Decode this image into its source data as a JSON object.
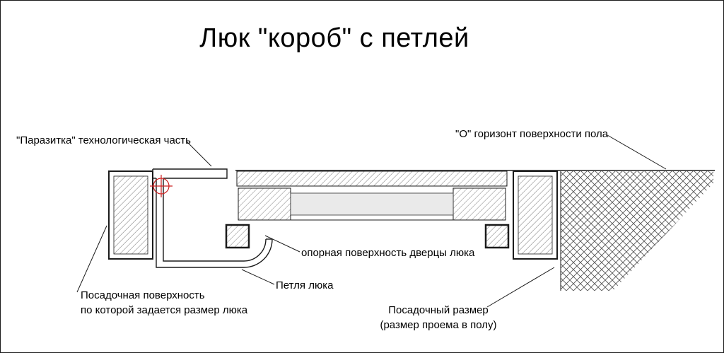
{
  "title": "Люк \"короб\" с петлей",
  "labels": {
    "parasitka": "\"Паразитка\" технологическая часть",
    "horizon": "\"О\" горизонт поверхности пола",
    "support_surface": "опорная поверхность дверцы люка",
    "hinge": "Петля люка",
    "seating_surface": [
      "Посадочная поверхность",
      "по которой задается размер люка"
    ],
    "seating_size": [
      "Посадочный размер",
      "(размер проема в полу)"
    ]
  },
  "colors": {
    "drawing_line": "#1b1b1b",
    "hatch_stroke": "#7d7d7d",
    "ground_hatch_stroke": "#555555",
    "marker_red": "#cc2222",
    "background": "#ffffff"
  }
}
